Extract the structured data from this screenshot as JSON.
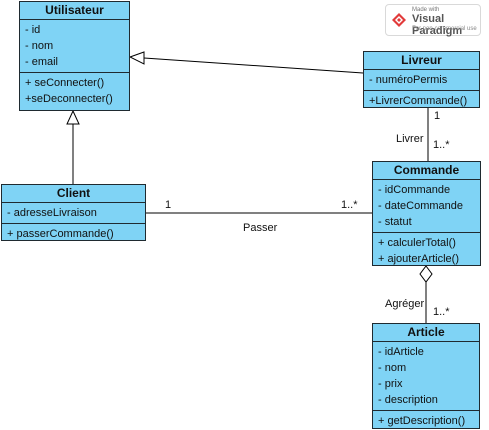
{
  "watermark": {
    "made_with": "Made with",
    "brand": "Visual Paradigm",
    "note": "For non-commercial use"
  },
  "classes": {
    "utilisateur": {
      "name": "Utilisateur",
      "attributes": [
        "- id",
        "- nom",
        "- email"
      ],
      "methods": [
        "+ seConnecter()",
        "+seDeconnecter()"
      ]
    },
    "livreur": {
      "name": "Livreur",
      "attributes": [
        "- numéroPermis"
      ],
      "methods": [
        "+LivrerCommande()"
      ]
    },
    "client": {
      "name": "Client",
      "attributes": [
        "- adresseLivraison"
      ],
      "methods": [
        "+ passerCommande()"
      ]
    },
    "commande": {
      "name": "Commande",
      "attributes": [
        "- idCommande",
        "- dateCommande",
        "- statut"
      ],
      "methods": [
        "+ calculerTotal()",
        "+ ajouterArticle()"
      ]
    },
    "article": {
      "name": "Article",
      "attributes": [
        "- idArticle",
        "- nom",
        "- prix",
        "- description"
      ],
      "methods": [
        "+ getDescription()"
      ]
    }
  },
  "associations": {
    "livrer": {
      "name": "Livrer",
      "livreur_multiplicity": "1",
      "commande_multiplicity": "1..*"
    },
    "passer": {
      "name": "Passer",
      "client_multiplicity": "1",
      "commande_multiplicity": "1..*"
    },
    "agreger": {
      "name": "Agréger",
      "article_multiplicity": "1..*"
    }
  },
  "colors": {
    "class_fill": "#7fd3f5",
    "class_border": "#1f2a30",
    "edge": "#000000",
    "watermark_accent": "#e23a3a"
  }
}
